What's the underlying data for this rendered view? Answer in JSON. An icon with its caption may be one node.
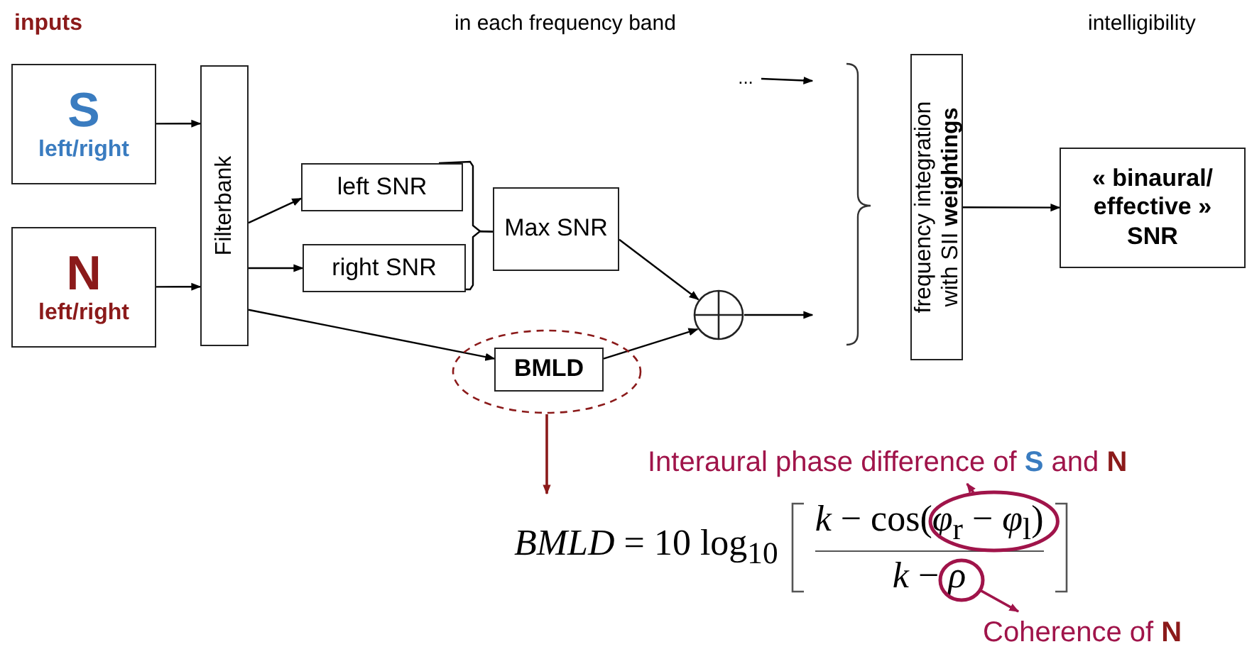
{
  "diagram": {
    "nodes": [
      {
        "text": [
          "S",
          "left/right"
        ]
      },
      {
        "text": [
          "N",
          "left/right"
        ]
      },
      {
        "text": [
          "Filterbank"
        ]
      },
      {
        "text": [
          "left SNR"
        ]
      },
      {
        "text": [
          "right SNR"
        ]
      },
      {
        "text": [
          "Max SNR"
        ]
      },
      {
        "text": [],
        "shape": "ellipse"
      },
      {
        "text": [
          "BMLD"
        ],
        "in": 6
      },
      {
        "text": [],
        "shape": "circle"
      },
      {
        "text": [
          "..."
        ]
      },
      {
        "text": [
          "frequency integration with SII **weightings**"
        ]
      },
      {
        "text": [
          "« binaural/ effective » SNR"
        ]
      },
      {
        "text": [
          "*BMLD* = 10 log$_{10}$",
          "*k* − cos(*φ*$_{r}$ − *φ*$_{l}$)",
          "*k* − *ρ*"
        ]
      },
      {
        "text": [
          "Interaural phase difference of **S** and **N**"
        ]
      },
      {
        "text": [
          "Coherence of **N**"
        ]
      },
      {
        "text": [],
        "shape": "ellipse",
        "in": 12
      },
      {
        "text": [],
        "shape": "ellipse",
        "in": 12
      }
    ],
    "edges": [
      {
        "from": 0,
        "to": 2,
        "arrow": "to"
      },
      {
        "from": 1,
        "to": 2,
        "arrow": "to"
      },
      {
        "from": 2,
        "to": 3,
        "arrow": "to"
      },
      {
        "from": 2,
        "to": 4,
        "arrow": "to"
      },
      {
        "from": 2,
        "to": 7,
        "arrow": "to"
      },
      {
        "from": 3,
        "to": 5,
        "arrow": "none"
      },
      {
        "from": 4,
        "to": 5,
        "arrow": "none"
      },
      {
        "from": 5,
        "to": 8,
        "arrow": "to"
      },
      {
        "from": 7,
        "to": 8,
        "arrow": "to"
      },
      {
        "from": 8,
        "to": null,
        "arrow": "to"
      },
      {
        "from": 9,
        "to": null,
        "arrow": "to"
      },
      {
        "from": 10,
        "to": 11,
        "arrow": "to"
      },
      {
        "from": 6,
        "to": 12,
        "arrow": "to",
        "color": "#8b1a1a"
      },
      {
        "from": 15,
        "to": 13,
        "arrow": "to",
        "color": "#a0144a"
      },
      {
        "from": 16,
        "to": 14,
        "arrow": "to",
        "color": "#a0144a"
      }
    ],
    "labels": [
      "inputs",
      "in each frequency band",
      "intelligibility"
    ]
  }
}
